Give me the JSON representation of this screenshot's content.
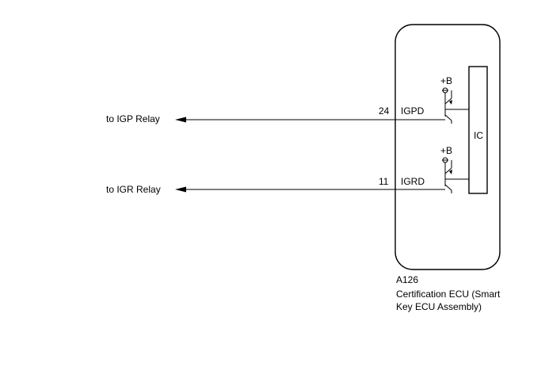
{
  "circuit": {
    "lines": [
      {
        "destination": "to IGP Relay",
        "pin": "24",
        "signal": "IGPD",
        "supply": "+B"
      },
      {
        "destination": "to IGR Relay",
        "pin": "11",
        "signal": "IGRD",
        "supply": "+B"
      }
    ],
    "ic_label": "IC",
    "component": {
      "code": "A126",
      "name_line1": "Certification ECU (Smart",
      "name_line2": "Key ECU Assembly)"
    }
  }
}
